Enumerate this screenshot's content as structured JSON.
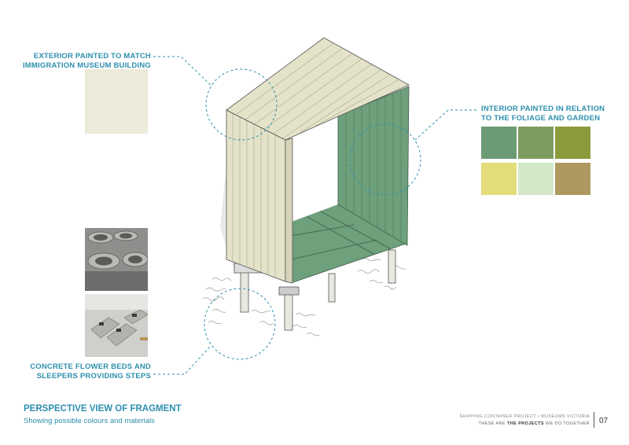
{
  "exterior": {
    "label_line1": "EXTERIOR PAINTED TO MATCH",
    "label_line2": "IMMIGRATION MUSEUM BUILDING",
    "swatch_color": "#ecead9"
  },
  "interior": {
    "label_line1": "INTERIOR PAINTED IN RELATION",
    "label_line2": "TO THE FOLIAGE AND GARDEN",
    "swatches": [
      "#6b9b74",
      "#7f9c5f",
      "#8c9a3b",
      "#e3dc7a",
      "#d2e8c7",
      "#ad995f"
    ]
  },
  "concrete": {
    "label_line1": "CONCRETE FLOWER BEDS AND",
    "label_line2": "SLEEPERS  PROVIDING STEPS"
  },
  "footer": {
    "title": "PERSPECTIVE VIEW OF FRAGMENT",
    "subtitle": "Showing possible colours and materials",
    "project": "SHIPPING CONTAINER PROJECT • MUSEUMS VICTORIA",
    "tag_prefix": "THESE ARE",
    "tag_bold": "THE PROJECTS",
    "tag_suffix": "WE DO TOGETHER",
    "page_number": "07"
  },
  "colors": {
    "accent": "#2e8fae",
    "container_exterior": "#e4e2c9",
    "container_interior": "#6fa07c"
  }
}
